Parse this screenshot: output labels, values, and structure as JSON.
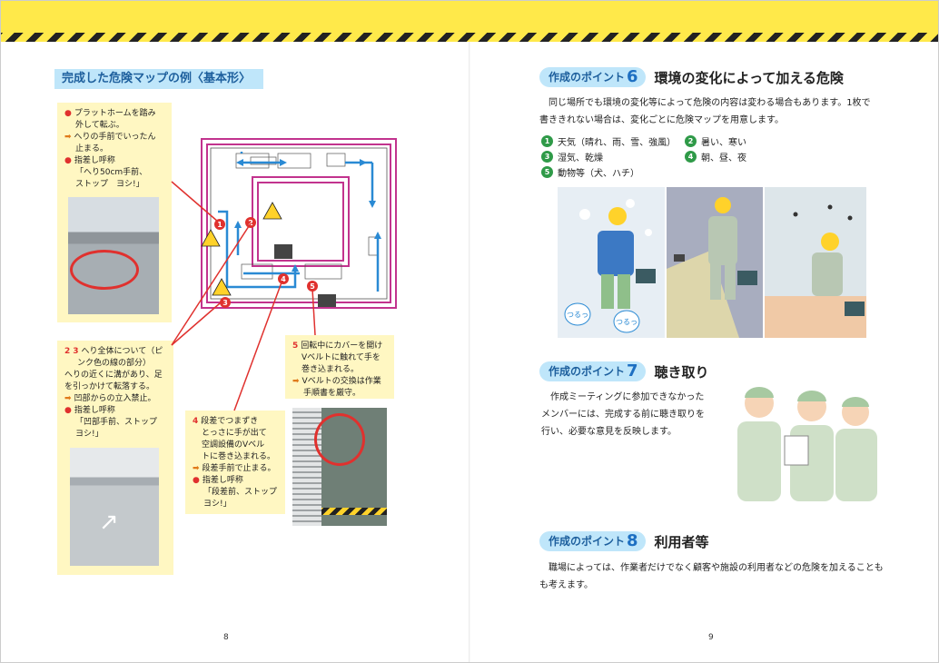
{
  "left": {
    "title": "完成した危険マップの例〈基本形〉",
    "page_number": "8",
    "note1": {
      "l1a": "プラットホームを踏み",
      "l1b": "外して転ぶ。",
      "l2a": "へりの手前でいったん",
      "l2b": "止まる。",
      "l3": "指差し呼称",
      "l4a": "「へり50cm手前、",
      "l4b": "ストップ　ヨシ!」"
    },
    "note23": {
      "l1a": "へり全体について（ピ",
      "l1b": "ンク色の線の部分）",
      "l1c": "へりの近くに溝があり、足",
      "l1d": "を引っかけて転落する。",
      "l2": "凹部からの立入禁止。",
      "l3": "指差し呼称",
      "l4a": "「凹部手前、ストップ",
      "l4b": "ヨシ!」"
    },
    "note4": {
      "l1a": "段差でつまずき",
      "l1b": "とっさに手が出て",
      "l1c": "空調設備のVベル",
      "l1d": "トに巻き込まれる。",
      "l2": "段差手前で止まる。",
      "l3": "指差し呼称",
      "l4a": "「段差前、ストップ",
      "l4b": "ヨシ!」"
    },
    "note5": {
      "l1a": "回転中にカバーを開け",
      "l1b": "Vベルトに触れて手を",
      "l1c": "巻き込まれる。",
      "l2a": "Vベルトの交換は作業",
      "l2b": "手順書を厳守。"
    },
    "markers": {
      "m1": "1",
      "m2": "2",
      "m3": "3",
      "m4": "4",
      "m5": "5",
      "m23a": "2",
      "m23b": "3"
    }
  },
  "right": {
    "page_number": "9",
    "pt6": {
      "pill": "作成のポイント",
      "num": "6",
      "title": "環境の変化によって加える危険",
      "p1": "同じ場所でも環境の変化等によって危険の内容は変わる場合もあります。1枚で",
      "p2": "書ききれない場合は、変化ごとに危険マップを用意します。",
      "items": [
        {
          "num": "1",
          "text": "天気（晴れ、雨、雪、強風）"
        },
        {
          "num": "2",
          "text": "暑い、寒い"
        },
        {
          "num": "3",
          "text": "湿気、乾燥"
        },
        {
          "num": "4",
          "text": "朝、昼、夜"
        },
        {
          "num": "5",
          "text": "動物等（犬、ハチ）"
        }
      ],
      "ice1": "つるっ",
      "ice2": "つるっ"
    },
    "pt7": {
      "pill": "作成のポイント",
      "num": "7",
      "title": "聴き取り",
      "p1": "作成ミーティングに参加できなかった",
      "p2": "メンバーには、完成する前に聴き取りを",
      "p3": "行い、必要な意見を反映します。"
    },
    "pt8": {
      "pill": "作成のポイント",
      "num": "8",
      "title": "利用者等",
      "p1": "職場によっては、作業者だけでなく顧客や施設の利用者などの危険を加えることも",
      "p2": "も考えます。"
    }
  },
  "colors": {
    "accent_blue": "#1d6fc2",
    "label_bg": "#bfe6fa",
    "note_bg": "#fff7c2",
    "warn_red": "#e0312e",
    "hazard_yellow": "#ffe94a",
    "map_pink": "#c2338e"
  }
}
